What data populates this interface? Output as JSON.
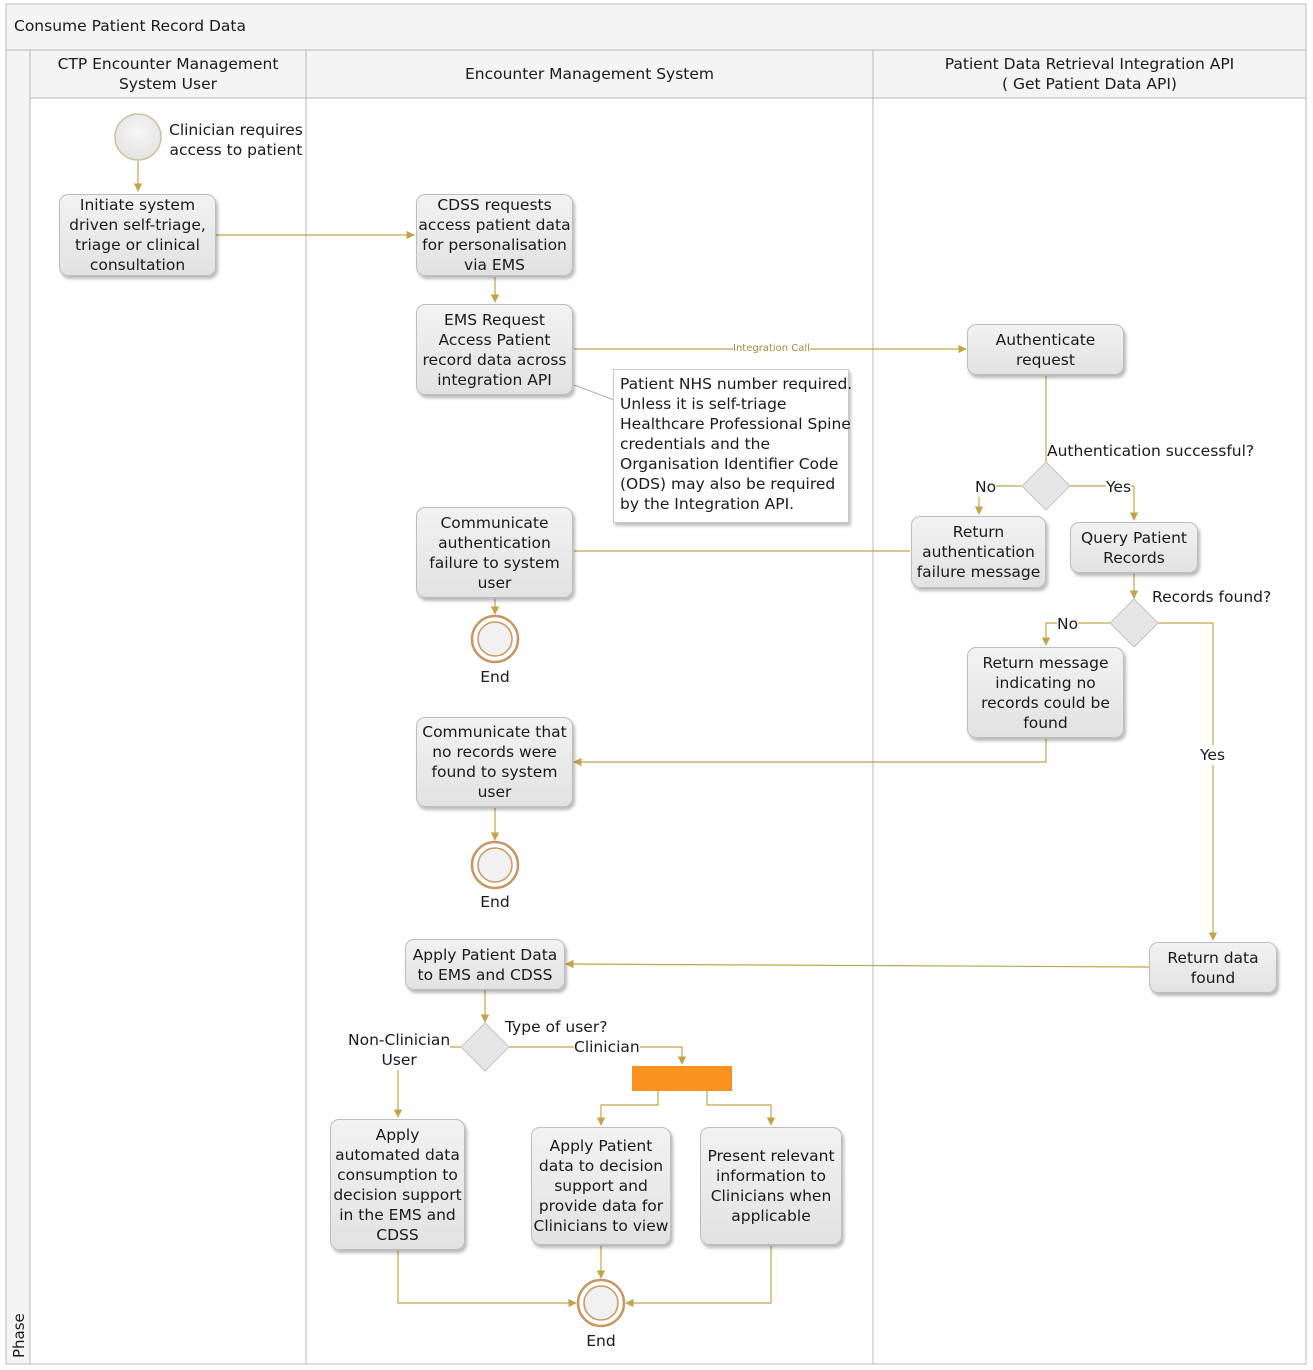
{
  "title": "Consume Patient Record Data",
  "phase_label": "Phase",
  "lanes": [
    {
      "header": "CTP Encounter Management\nSystem User"
    },
    {
      "header": "Encounter Management System"
    },
    {
      "header": "Patient Data Retrieval Integration API\n( Get Patient Data API)"
    }
  ],
  "start_event": {
    "label": "Clinician requires\naccess to patient"
  },
  "tasks": {
    "initiate": "Initiate system\ndriven self-triage,\ntriage or clinical\nconsultation",
    "cdss_request": "CDSS requests\naccess patient data\nfor personalisation\nvia EMS",
    "ems_request": "EMS Request\nAccess Patient\nrecord data across\nintegration API",
    "authenticate": "Authenticate\nrequest",
    "return_auth_fail": "Return\nauthentication\nfailure message",
    "query_records": "Query Patient\nRecords",
    "comm_auth_fail": "Communicate\nauthentication\nfailure to system\nuser",
    "return_no_records": "Return message\nindicating no\nrecords could be\nfound",
    "comm_no_records": "Communicate that\nno records were\nfound to system\nuser",
    "return_data": "Return data\nfound",
    "apply_data": "Apply Patient Data\nto EMS and CDSS",
    "apply_automated": "Apply\nautomated data\nconsumption to\ndecision support\nin the EMS and\nCDSS",
    "apply_decision": "Apply Patient\ndata to decision\nsupport and\nprovide data for\nClinicians to view",
    "present_info": "Present relevant\ninformation to\nClinicians when\napplicable"
  },
  "gateways": {
    "auth": "Authentication successful?",
    "records": "Records found?",
    "user_type": "Type of user?"
  },
  "flow_labels": {
    "integration_call": "Integration Call",
    "auth_no": "No",
    "auth_yes": "Yes",
    "records_no": "No",
    "records_yes": "Yes",
    "non_clinician": "Non-Clinician\nUser",
    "clinician": "Clinician"
  },
  "note": "Patient NHS number required.\nUnless it is self-triage\nHealthcare Professional Spine\ncredentials and the\nOrganisation Identifier Code\n(ODS) may also be required\nby the Integration API.",
  "end_labels": {
    "end1": "End",
    "end2": "End",
    "end3": "End"
  },
  "colors": {
    "flow": "#c2a549",
    "event": "#c99562",
    "fork_bar": "#f7931e",
    "pool_border": "#b9b9b9"
  }
}
